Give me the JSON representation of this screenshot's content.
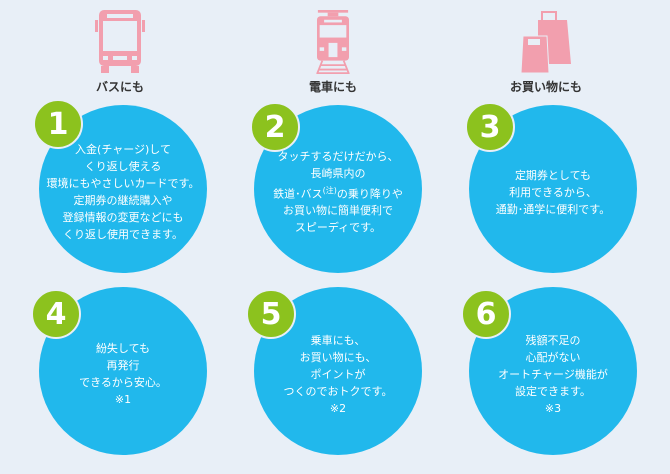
{
  "categories": [
    {
      "label": "バスにも",
      "icon": "bus-icon"
    },
    {
      "label": "電車にも",
      "icon": "train-icon"
    },
    {
      "label": "お買い物にも",
      "icon": "shopping-bag-icon"
    }
  ],
  "features": [
    {
      "number": "1",
      "text": "入金(チャージ)して\nくり返し使える\n環境にもやさしいカードです。\n定期券の継続購入や\n登録情報の変更などにも\nくり返し使用できます。"
    },
    {
      "number": "2",
      "text_before": "タッチするだけだから、\n長崎県内の\n鉄道･バス",
      "note": "(注)",
      "text_after": "の乗り降りや\nお買い物に簡単便利で\nスピーディです。"
    },
    {
      "number": "3",
      "text": "定期券としても\n利用できるから、\n通勤･通学に便利です。"
    },
    {
      "number": "4",
      "text": "紛失しても\n再発行\nできるから安心。\n※1"
    },
    {
      "number": "5",
      "text": "乗車にも、\nお買い物にも、\nポイントが\nつくのでおトクです。\n※2"
    },
    {
      "number": "6",
      "text": "残額不足の\n心配がない\nオートチャージ機能が\n設定できます。\n※3"
    }
  ],
  "colors": {
    "circle": "#21b8ec",
    "badge": "#8cc21e",
    "icon": "#f29fae",
    "background": "#e8eff7"
  }
}
